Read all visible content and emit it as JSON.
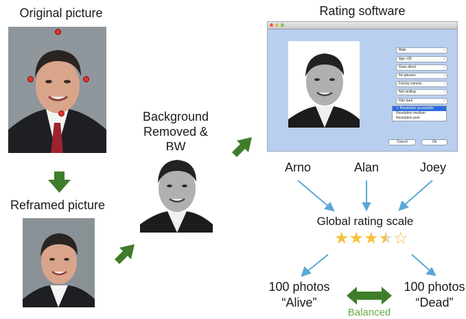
{
  "titles": {
    "original": "Original picture",
    "software": "Rating software",
    "background_removed": "Background Removed & BW",
    "reframed": "Reframed picture"
  },
  "raters": [
    "Arno",
    "Alan",
    "Joey"
  ],
  "scale": {
    "label": "Global rating scale",
    "stars_filled": 3.5,
    "stars_total": 5
  },
  "outcomes": {
    "left": {
      "line1": "100 photos",
      "line2": "“Alive”"
    },
    "right": {
      "line1": "100 photos",
      "line2": "“Dead”"
    },
    "balanced": "Balanced"
  },
  "software": {
    "selects": [
      "Male",
      "Age <30",
      "Gaze direct",
      "No glasses",
      "Facing camera",
      "Not smiling",
      "Hair dark"
    ],
    "dropdown": [
      "✓ Resolution acceptable",
      "Resolution medium",
      "Resolution poor"
    ],
    "dropdown_selected": 0,
    "cancel": "Cancel",
    "ok": "Ok"
  },
  "colors": {
    "green_arrow": "#3f7d2a",
    "blue_arrow": "#5aa7d6",
    "balanced_text": "#6aaa4a",
    "star": "#f3c33c",
    "marker": "#e5332a"
  }
}
